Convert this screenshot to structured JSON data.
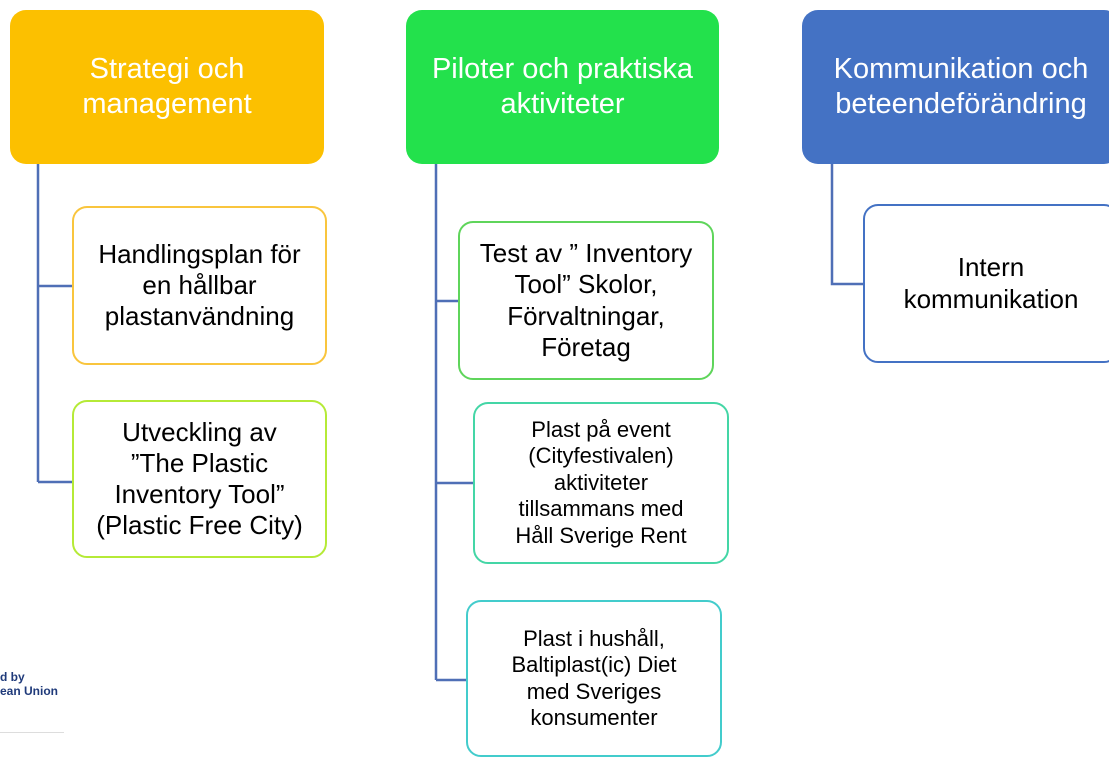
{
  "colors": {
    "column_1_header": "#fcc000",
    "column_2_header": "#23e14c",
    "column_3_header": "#4472c4",
    "connector": "#4f6fb6"
  },
  "columns": [
    {
      "header": "Strategi och\nmanagement",
      "items": [
        {
          "label": "Handlingsplan för\nen hållbar\nplastanvändning",
          "border_color": "#f9c53d"
        },
        {
          "label": "Utveckling av\n”The Plastic\nInventory Tool”\n(Plastic Free City)",
          "border_color": "#b5ea37"
        }
      ]
    },
    {
      "header": "Piloter och praktiska\naktiviteter",
      "items": [
        {
          "label": "Test av ” Inventory\nTool” Skolor,\nFörvaltningar,\nFöretag",
          "border_color": "#5fd55b"
        },
        {
          "label": "Plast på event\n(Cityfestivalen)\naktiviteter\ntillsammans med\nHåll Sverige Rent",
          "border_color": "#44d6a6"
        },
        {
          "label": "Plast i hushåll,\nBaltiplast(ic) Diet\nmed Sveriges\nkonsumenter",
          "border_color": "#43cccc"
        }
      ]
    },
    {
      "header": "Kommunikation och\nbeteendeförändring",
      "items": [
        {
          "label": "Intern\nkommunikation",
          "border_color": "#4472c4"
        }
      ]
    }
  ],
  "logo": {
    "line_1": "d by",
    "line_2": "ean Union"
  }
}
